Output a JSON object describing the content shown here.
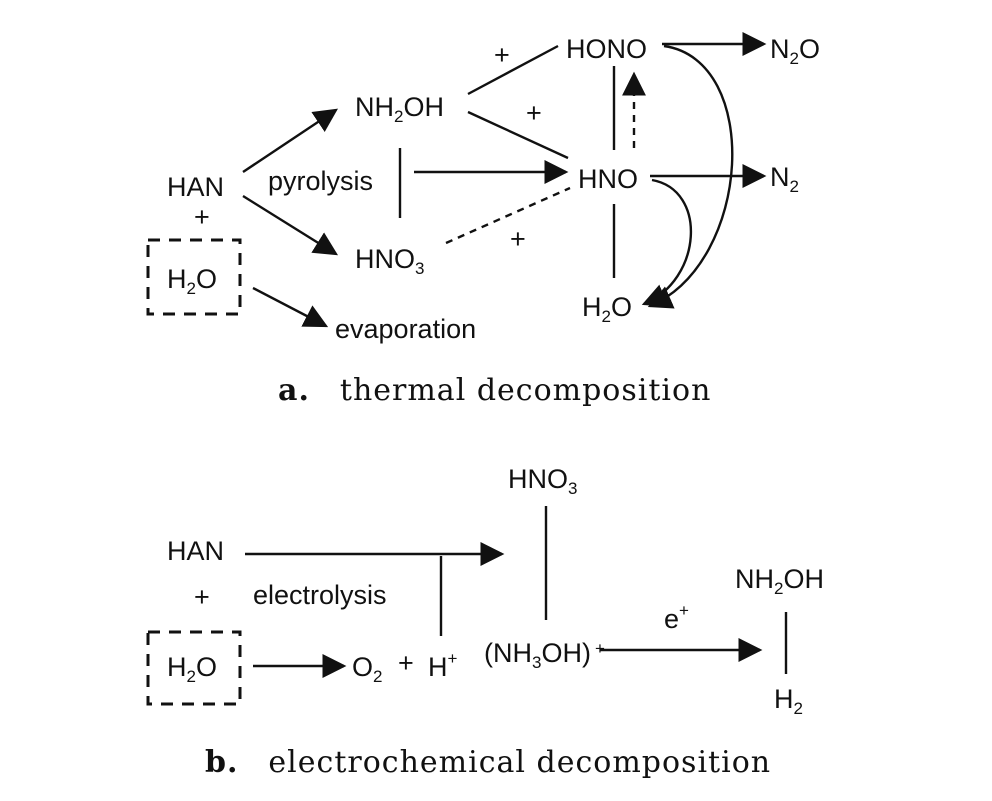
{
  "thermal": {
    "han": "HAN",
    "plus_han": "+",
    "h2o": {
      "base": "H",
      "sub": "2",
      "tail": "O"
    },
    "nh2oh": {
      "base": "NH",
      "sub": "2",
      "tail": "OH"
    },
    "hno3": {
      "base": "HNO",
      "sub": "3"
    },
    "pyrolysis": "pyrolysis",
    "evaporation": "evaporation",
    "hono": "HONO",
    "hno": "HNO",
    "n2o": {
      "base": "N",
      "sub": "2",
      "tail": "O"
    },
    "n2": {
      "base": "N",
      "sub": "2"
    },
    "h2o_product": {
      "base": "H",
      "sub": "2",
      "tail": "O"
    },
    "plus_to_hono": "+",
    "plus_to_hno": "+",
    "plus_hno3": "+",
    "caption_letter": "a.",
    "caption": "thermal decomposition"
  },
  "electro": {
    "han": "HAN",
    "plus_han": "+",
    "electrolysis": "electrolysis",
    "h2o": {
      "base": "H",
      "sub": "2",
      "tail": "O"
    },
    "o2": {
      "base": "O",
      "sub": "2"
    },
    "plus_o2": "+",
    "h_plus": {
      "base": "H",
      "sup": "+"
    },
    "hno3": {
      "base": "HNO",
      "sub": "3"
    },
    "nh3oh": {
      "base": "(NH",
      "sub": "3",
      "tail": "OH)",
      "sup": "+"
    },
    "e_plus": {
      "base": "e",
      "sup": "+"
    },
    "nh2oh": {
      "base": "NH",
      "sub": "2",
      "tail": "OH"
    },
    "h2": {
      "base": "H",
      "sub": "2"
    },
    "caption_letter": "b.",
    "caption": "electrochemical decomposition"
  }
}
